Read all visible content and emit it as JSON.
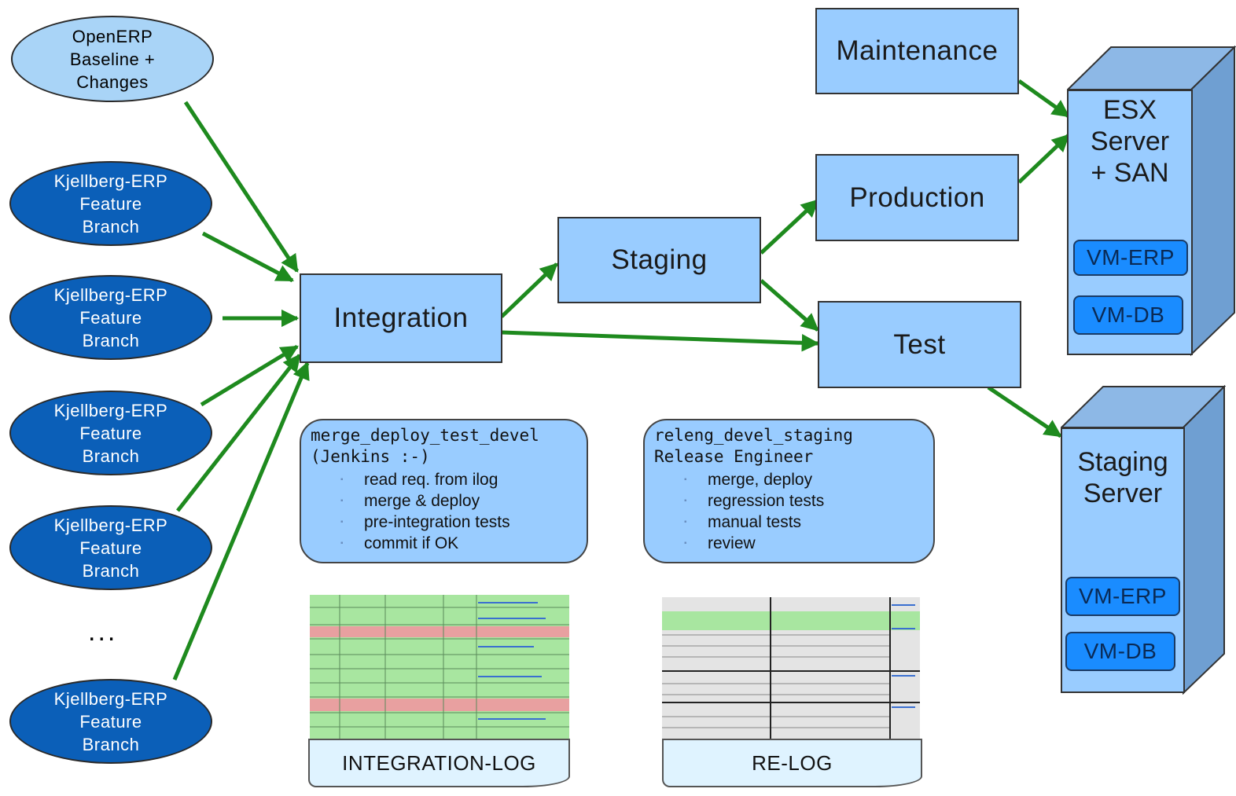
{
  "nodes": {
    "baseline": "OpenERP\nBaseline +\nChanges",
    "branch_label": "Kjellberg-ERP\nFeature\nBranch",
    "ellipsis": "...",
    "integration": "Integration",
    "staging": "Staging",
    "maintenance": "Maintenance",
    "production": "Production",
    "test": "Test"
  },
  "notes": {
    "jenkins": {
      "title": "merge_deploy_test_devel\n(Jenkins :-)",
      "items": [
        "read req. from ilog",
        "merge & deploy",
        "pre-integration tests",
        "commit if OK"
      ]
    },
    "release": {
      "title": "releng_devel_staging\nRelease Engineer",
      "items": [
        "merge, deploy",
        "regression tests",
        "manual tests",
        "review"
      ]
    }
  },
  "logs": {
    "integration": "INTEGRATION-LOG",
    "release": "RE-LOG"
  },
  "servers": {
    "esx": {
      "label": "ESX\nServer\n+ SAN",
      "vm_erp": "VM-ERP",
      "vm_db": "VM-DB"
    },
    "staging": {
      "label": "Staging\nServer",
      "vm_erp": "VM-ERP",
      "vm_db": "VM-DB"
    }
  },
  "colors": {
    "arrow": "#1e8a1e",
    "box": "#99ccff",
    "branch": "#0b5fb8",
    "baseline": "#a9d4f7",
    "vm": "#1a8cff",
    "log_green": "#a8e6a0",
    "log_red": "#e8a0a0"
  }
}
